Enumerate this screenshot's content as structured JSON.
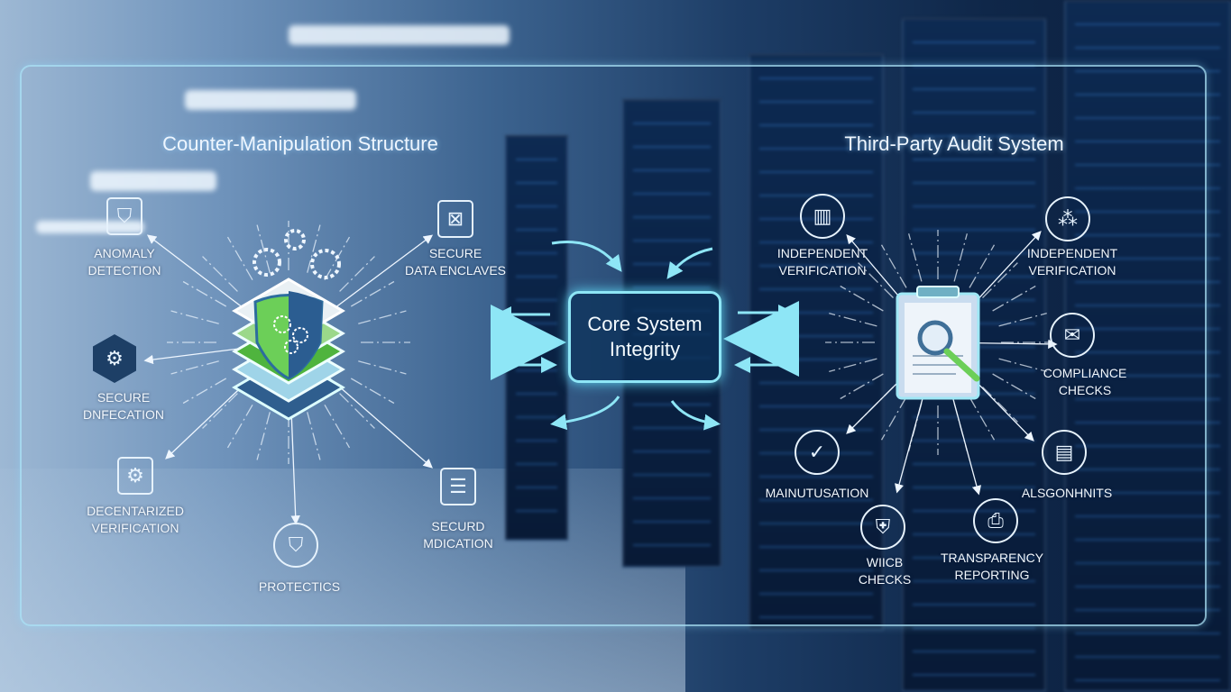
{
  "left_section": {
    "title": "Counter-Manipulation Structure",
    "hub_icon": "layered-shield-gears-icon",
    "nodes": [
      {
        "id": "anomaly-detection",
        "label": [
          "ANOMALY",
          "DETECTION"
        ],
        "icon": "shield-icon"
      },
      {
        "id": "secure-dnfecation",
        "label": [
          "SECURE",
          "DNFECATION"
        ],
        "icon": "gear-hexagon-icon"
      },
      {
        "id": "decentarized-verification",
        "label": [
          "DECENTARIZED",
          "VERIFICATION"
        ],
        "icon": "document-gear-icon"
      },
      {
        "id": "protectics",
        "label": [
          "PROTECTICS"
        ],
        "icon": "shield-badge-icon"
      },
      {
        "id": "securd-mdication",
        "label": [
          "SECURD",
          "MDICATION"
        ],
        "icon": "clipboard-icon"
      },
      {
        "id": "secure-data-enclaves",
        "label": [
          "SECURE",
          "DATA ENCLAVES"
        ],
        "icon": "secure-box-icon"
      }
    ]
  },
  "center": {
    "label": "Core System Integrity"
  },
  "right_section": {
    "title": "Third-Party Audit System",
    "hub_icon": "clipboard-magnifier-icon",
    "nodes": [
      {
        "id": "independent-verification-left",
        "label": [
          "INDEPENDENT",
          "VERIFICATION"
        ],
        "icon": "book-icon"
      },
      {
        "id": "independent-verification-right",
        "label": [
          "INDEPENDENT",
          "VERIFICATION"
        ],
        "icon": "people-network-icon"
      },
      {
        "id": "compliance-checks",
        "label": [
          "COMPLIANCE",
          "CHECKS"
        ],
        "icon": "envelope-icon"
      },
      {
        "id": "alsgonhnits",
        "label": [
          "ALSGONHNITS"
        ],
        "icon": "document-icon"
      },
      {
        "id": "transparency-reporting",
        "label": [
          "TRANSPARENCY",
          "REPORTING"
        ],
        "icon": "id-badge-icon"
      },
      {
        "id": "wiicb-checks",
        "label": [
          "WIICB",
          "CHECKS"
        ],
        "icon": "document-shield-icon"
      },
      {
        "id": "mainutusation",
        "label": [
          "MAINUTUSATION"
        ],
        "icon": "checkmark-icon"
      }
    ]
  },
  "colors": {
    "accent": "#8ee6f6",
    "green": "#5cc24a",
    "panel_border": "#aae1f5"
  }
}
